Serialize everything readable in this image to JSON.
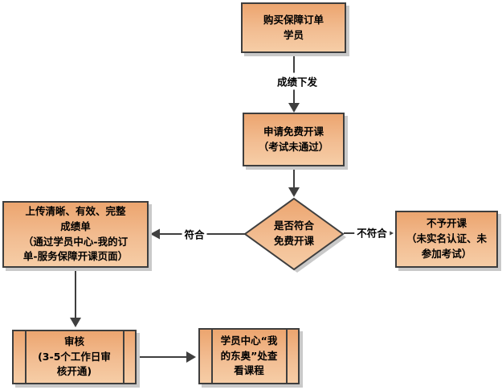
{
  "palette": {
    "shape_fill_top": "#eca56f",
    "shape_fill_bottom": "#f6cda6",
    "shape_border": "#3e3e3e",
    "shadow": "#c9c9c9",
    "arrow": "#3f3f3f",
    "text": "#000000",
    "background": "#ffffff"
  },
  "flowchart": {
    "nodes": {
      "buyer": {
        "shape": "rectangle",
        "text": "购买保障订单\n学员"
      },
      "apply": {
        "shape": "rectangle",
        "text": "申请免费开课\n（考试未通过）"
      },
      "decision": {
        "shape": "diamond",
        "text": "是否符合\n免费开课"
      },
      "upload": {
        "shape": "rectangle",
        "text": "上传清晰、有效、完整\n成绩单\n（通过学员中心-我的订\n单-服务保障开课页面）"
      },
      "reject": {
        "shape": "rectangle",
        "text": "不予开课\n（未实名认证、未\n参加考试）"
      },
      "review": {
        "shape": "predefined-process",
        "text": "审核\n(3-5个工作日审\n核开通)"
      },
      "view": {
        "shape": "predefined-process",
        "text": "学员中心“我\n的东奥”处查\n看课程"
      }
    },
    "edge_labels": {
      "score_release": "成绩下发",
      "match": "符合",
      "no_match": "不符合"
    }
  }
}
